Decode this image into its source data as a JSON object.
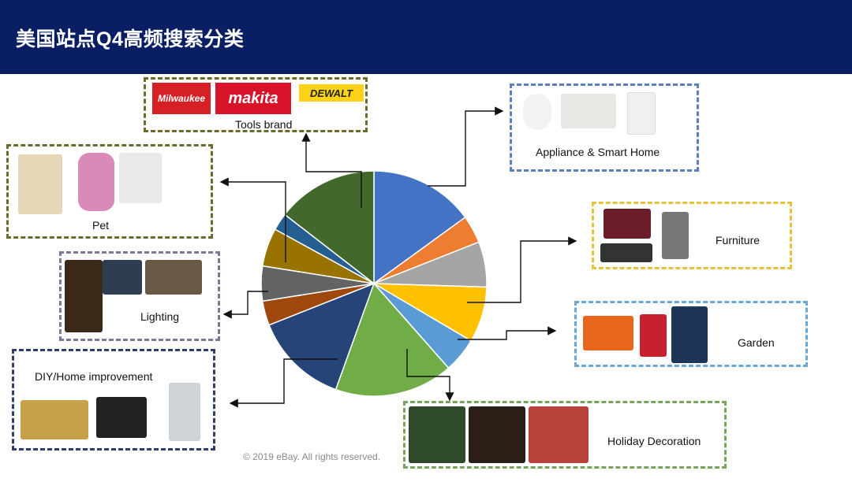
{
  "header": {
    "title": "美国站点Q4高频搜索分类"
  },
  "chart_data": {
    "type": "pie",
    "title": "美国站点Q4高频搜索分类",
    "slices": [
      {
        "value": 15.0,
        "color": "#4472c4"
      },
      {
        "value": 4.0,
        "color": "#ed7d31"
      },
      {
        "value": 6.5,
        "color": "#a5a5a5"
      },
      {
        "value": 8.0,
        "color": "#ffc000"
      },
      {
        "value": 5.0,
        "color": "#5b9bd5"
      },
      {
        "value": 17.0,
        "color": "#70ad47"
      },
      {
        "value": 13.5,
        "color": "#264478"
      },
      {
        "value": 3.5,
        "color": "#9e480e"
      },
      {
        "value": 5.0,
        "color": "#636363"
      },
      {
        "value": 5.5,
        "color": "#997300"
      },
      {
        "value": 2.5,
        "color": "#255e91"
      },
      {
        "value": 14.5,
        "color": "#43682b"
      }
    ]
  },
  "categories": {
    "tools": "Tools brand",
    "appliance": "Appliance & Smart Home",
    "pet": "Pet",
    "furniture": "Furniture",
    "lighting": "Lighting",
    "garden": "Garden",
    "diy": "DIY/Home improvement",
    "holiday": "Holiday Decoration"
  },
  "brands": {
    "milwaukee": "Milwaukee",
    "makita": "makita",
    "dewalt": "DEWALT"
  },
  "colors": {
    "header": "#0a1f63",
    "border_olive": "#6b6b2b",
    "border_blue": "#5b7fbf",
    "border_gold": "#e6c33c",
    "border_sky": "#6aa6d6",
    "border_grey": "#7a7a9a",
    "border_navy": "#2e3f6e",
    "border_green": "#7aa35a"
  },
  "footer": "© 2019 eBay. All rights reserved."
}
